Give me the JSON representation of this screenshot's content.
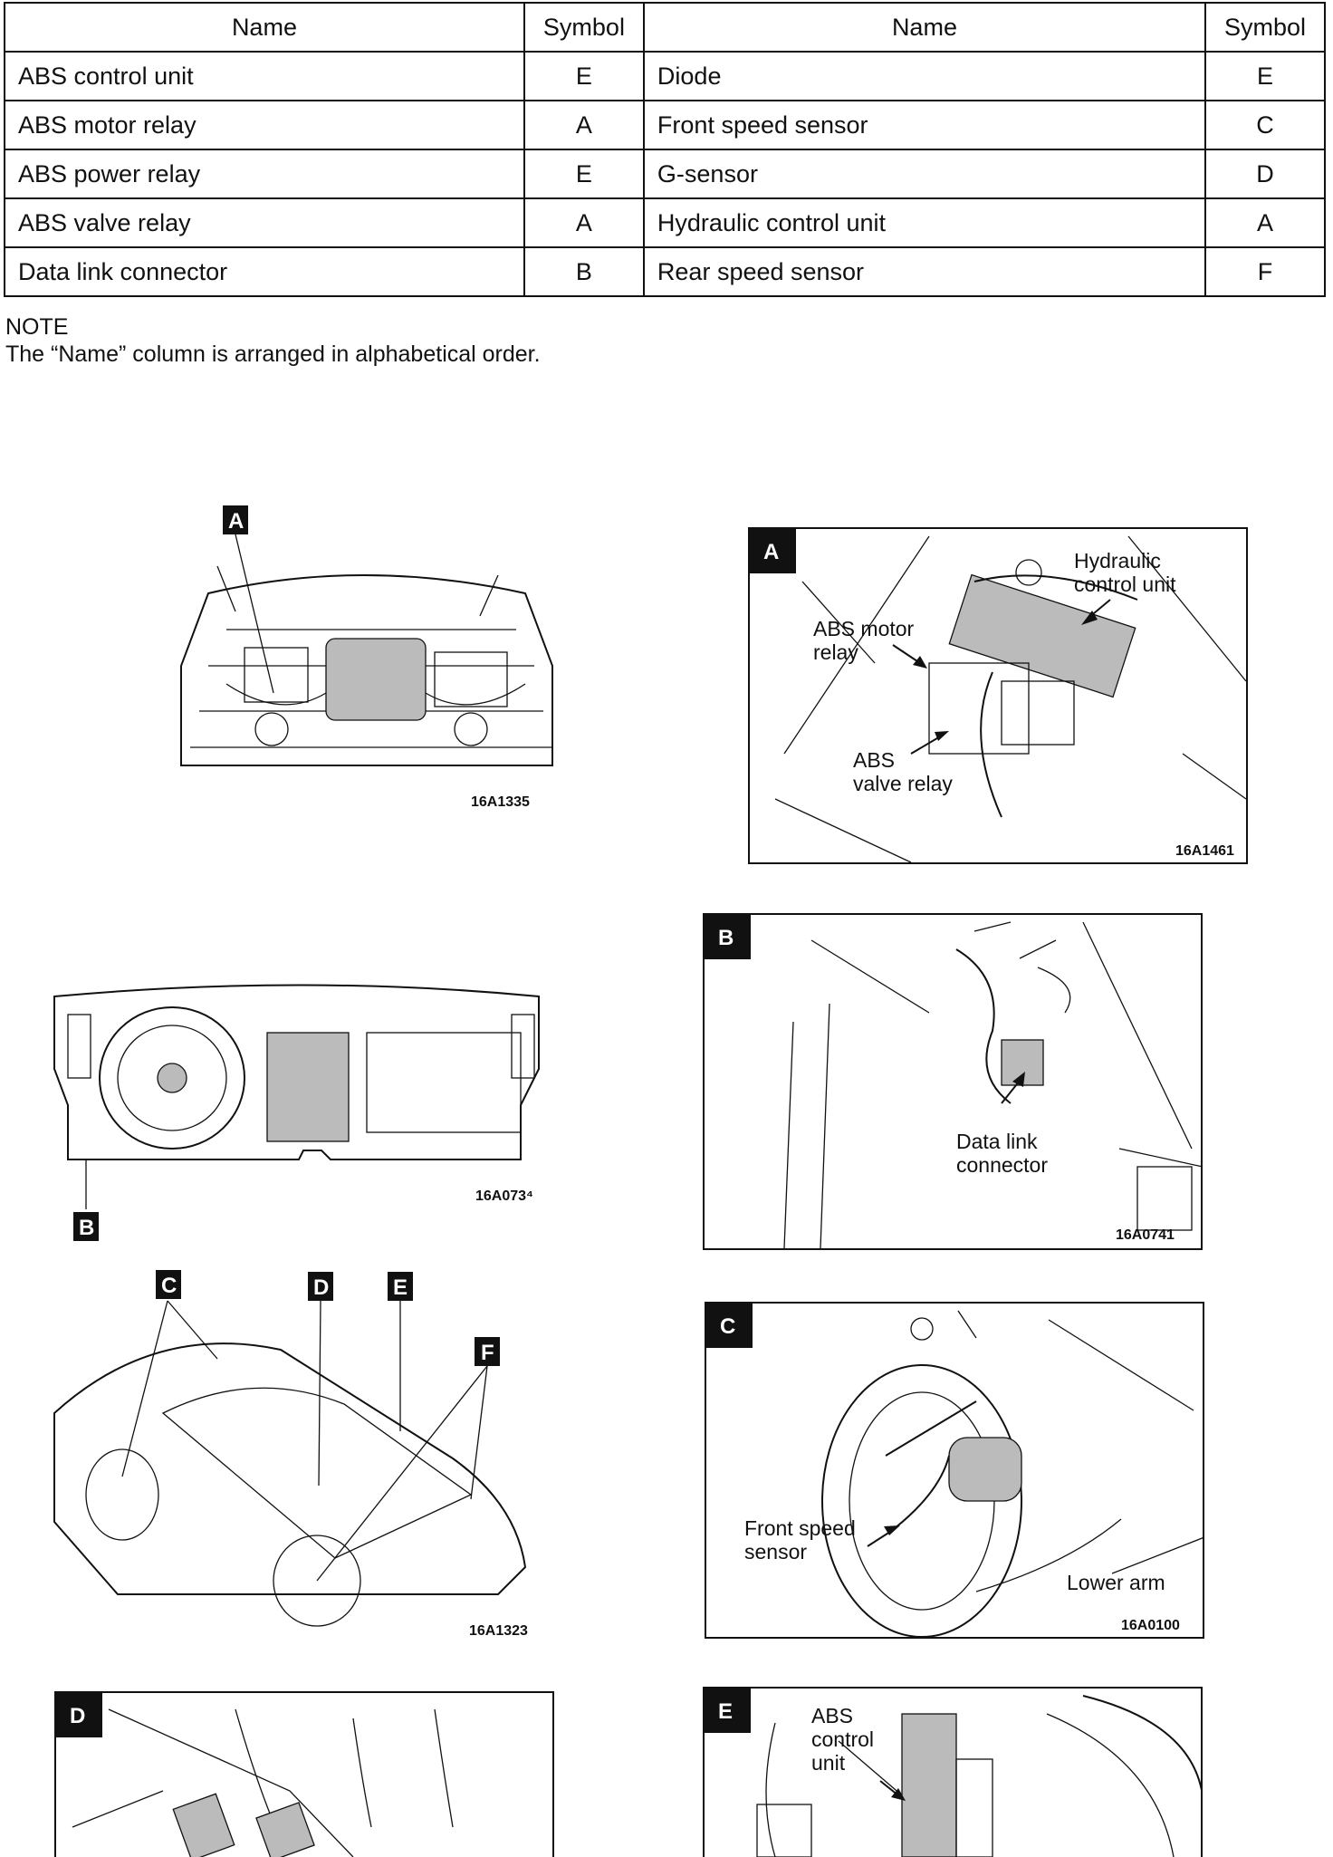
{
  "table": {
    "headers": [
      "Name",
      "Symbol",
      "Name",
      "Symbol"
    ],
    "rows": [
      [
        "ABS control unit",
        "E",
        "Diode",
        "E"
      ],
      [
        "ABS motor relay",
        "A",
        "Front speed sensor",
        "C"
      ],
      [
        "ABS power relay",
        "E",
        "G-sensor",
        "D"
      ],
      [
        "ABS valve relay",
        "A",
        "Hydraulic control unit",
        "A"
      ],
      [
        "Data link connector",
        "B",
        "Rear speed sensor",
        "F"
      ]
    ]
  },
  "note": {
    "title": "NOTE",
    "text": "The “Name” column is arranged in alphabetical order."
  },
  "figures": {
    "engine": {
      "label": "A",
      "code": "16A1335"
    },
    "dashboard": {
      "label": "B",
      "code": "16A073⁴"
    },
    "car": {
      "labels": [
        "C",
        "D",
        "E",
        "F"
      ],
      "code": "16A1323"
    },
    "detail_a": {
      "label": "A",
      "code": "16A1461",
      "hydraulic": [
        "Hydraulic",
        "control unit"
      ],
      "motor": [
        "ABS motor",
        "relay"
      ],
      "valve": [
        "ABS",
        "valve relay"
      ]
    },
    "detail_b": {
      "label": "B",
      "code": "16A0741",
      "connector": [
        "Data link",
        "connector"
      ]
    },
    "detail_c": {
      "label": "C",
      "code": "16A0100",
      "sensor": [
        "Front speed",
        "sensor"
      ],
      "arm": "Lower arm"
    },
    "detail_d": {
      "label": "D"
    },
    "detail_e": {
      "label": "E",
      "unit": [
        "ABS",
        "control",
        "unit"
      ]
    }
  }
}
